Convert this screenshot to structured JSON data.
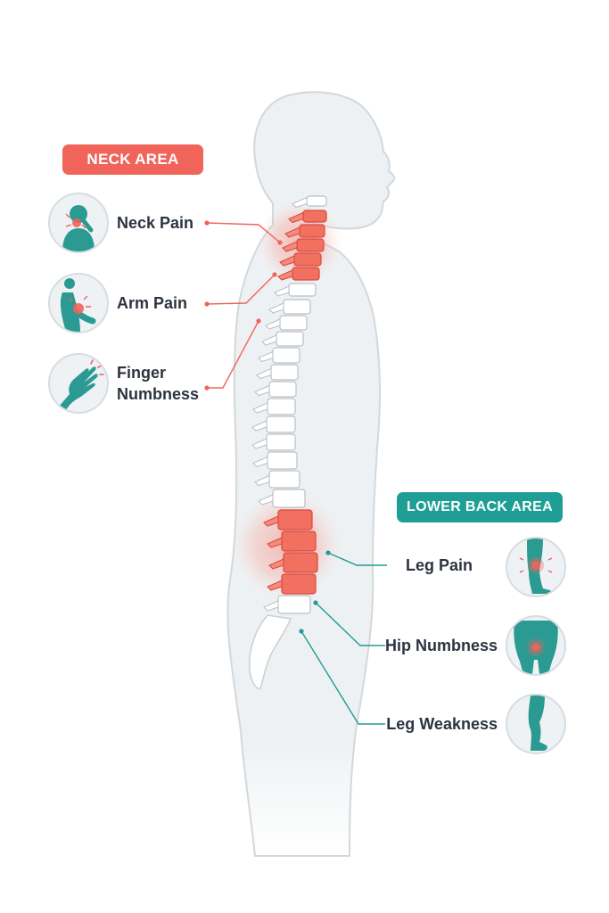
{
  "colors": {
    "neck_accent": "#f0645a",
    "lower_accent": "#1f9e95",
    "body_fill": "#eef1f3",
    "body_stroke": "#d3d8dc",
    "vertebra_highlight": "#f2705f",
    "icon_fill": "#2b9a92"
  },
  "neck_area": {
    "title": "NECK AREA",
    "symptoms": [
      {
        "label": "Neck Pain",
        "icon": "neck-pain-icon"
      },
      {
        "label": "Arm Pain",
        "icon": "arm-pain-icon"
      },
      {
        "label_line1": "Finger",
        "label_line2": "Numbness",
        "icon": "hand-numbness-icon"
      }
    ]
  },
  "lower_back_area": {
    "title": "LOWER BACK AREA",
    "symptoms": [
      {
        "label": "Leg Pain",
        "icon": "leg-pain-icon"
      },
      {
        "label": "Hip Numbness",
        "icon": "hip-numbness-icon"
      },
      {
        "label": "Leg Weakness",
        "icon": "leg-weakness-icon"
      }
    ]
  }
}
